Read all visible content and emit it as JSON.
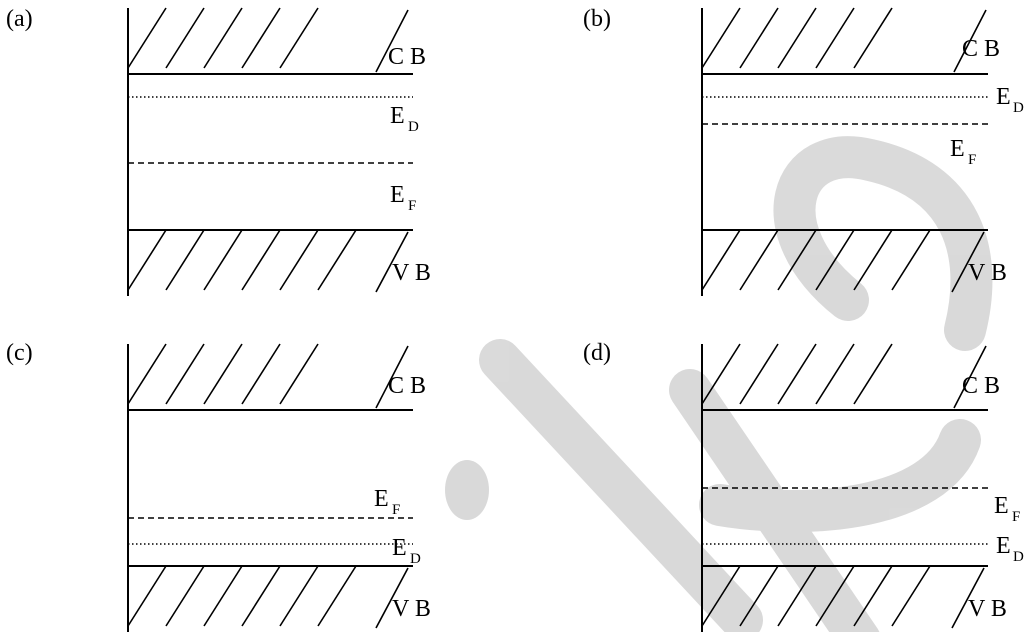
{
  "panels": [
    {
      "tag": "(a)",
      "cb_label": "C B",
      "vb_label": "V B",
      "levels": [
        {
          "symbol": "E",
          "sub": "D",
          "style": "dotted"
        },
        {
          "symbol": "E",
          "sub": "F",
          "style": "dashed"
        }
      ]
    },
    {
      "tag": "(b)",
      "cb_label": "C B",
      "vb_label": "V B",
      "levels": [
        {
          "symbol": "E",
          "sub": "D",
          "style": "dotted"
        },
        {
          "symbol": "E",
          "sub": "F",
          "style": "dashed"
        }
      ]
    },
    {
      "tag": "(c)",
      "cb_label": "C B",
      "vb_label": "V B",
      "levels": [
        {
          "symbol": "E",
          "sub": "F",
          "style": "dashed"
        },
        {
          "symbol": "E",
          "sub": "D",
          "style": "dotted"
        }
      ]
    },
    {
      "tag": "(d)",
      "cb_label": "C B",
      "vb_label": "V B",
      "levels": [
        {
          "symbol": "E",
          "sub": "F",
          "style": "dashed"
        },
        {
          "symbol": "E",
          "sub": "D",
          "style": "dotted"
        }
      ]
    }
  ],
  "colors": {
    "line": "#000000",
    "watermark": "#d3d3d3"
  }
}
